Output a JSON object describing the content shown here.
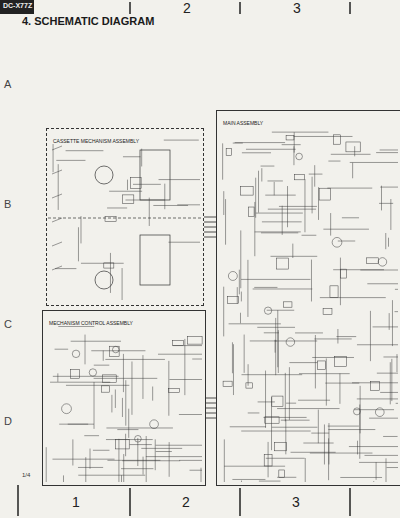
{
  "diagram": {
    "title": "4. SCHEMATIC DIAGRAM",
    "nodes": [
      {
        "text": [
          "CASSETTE MECHANISM ASSEMBLY"
        ]
      },
      {
        "text": [
          "MECHANISM CONTROL ASSEMBLY"
        ]
      },
      {
        "text": [
          "MAIN ASSEMBLY"
        ]
      }
    ],
    "edges": [
      {
        "from": 0,
        "to": 2,
        "arrow": "none"
      },
      {
        "from": 1,
        "to": 2,
        "arrow": "none"
      }
    ],
    "labels": [
      "DC-X77Z",
      "2",
      "3",
      "A",
      "B",
      "C",
      "D",
      "1",
      "2",
      "3",
      "1/4"
    ]
  }
}
